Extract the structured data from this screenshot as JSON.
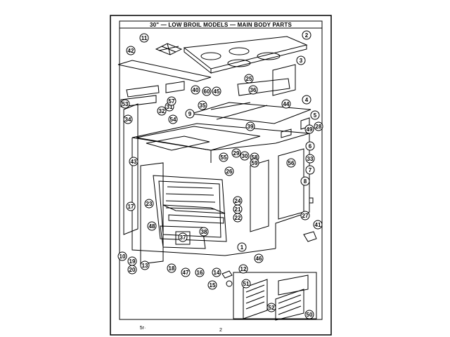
{
  "title": "30\" — LOW BROIL MODELS — MAIN BODY PARTS",
  "page_number": "2",
  "corner_mark": "5r·",
  "callouts": [
    "1",
    "2",
    "3",
    "4",
    "5",
    "6",
    "7",
    "8",
    "9",
    "10",
    "11",
    "12",
    "13",
    "14",
    "15",
    "16",
    "17",
    "18",
    "19",
    "20",
    "21",
    "22",
    "23",
    "24",
    "25",
    "26",
    "27",
    "28",
    "29",
    "30",
    "31",
    "32",
    "33",
    "34",
    "35",
    "36",
    "37",
    "38",
    "39",
    "40",
    "41",
    "42",
    "43",
    "44",
    "45",
    "46",
    "47",
    "48",
    "49",
    "50",
    "51",
    "52",
    "53",
    "54",
    "55",
    "56",
    "57",
    "58",
    "59",
    "60"
  ]
}
